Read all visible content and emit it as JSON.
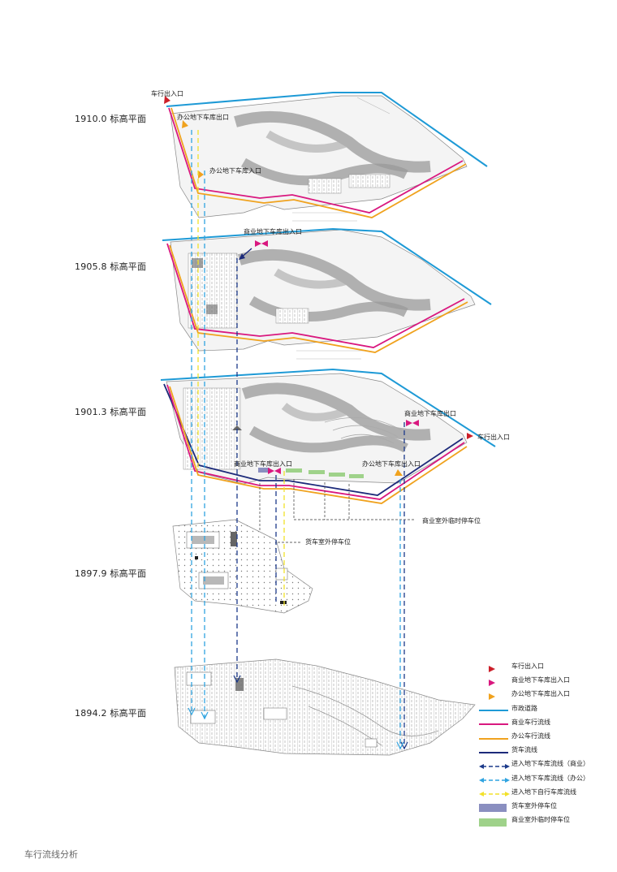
{
  "levels": [
    "1910.0 标高平面",
    "1905.8 标高平面",
    "1901.3 标高平面",
    "1897.9 标高平面",
    "1894.2 标高平面"
  ],
  "annotations": {
    "vehicle_entrance_top": "车行出入口",
    "office_garage_exit": "办公地下车库出口",
    "office_garage_entrance": "办公地下车库入口",
    "commercial_garage_entrance_1905": "商业地下车库出入口",
    "commercial_garage_entrance_1901_right": "商业地下车库出口",
    "vehicle_entrance_right": "车行出入口",
    "commercial_garage_entrance_1901_left": "商业地下车库出入口",
    "office_garage_entrance_1901": "办公地下车库出入口",
    "commercial_temp_parking": "商业室外临时停车位",
    "truck_outdoor_parking": "货车室外停车位"
  },
  "legend": [
    {
      "label": "车行出入口",
      "kind": "arrow",
      "color": "#cc1f2a"
    },
    {
      "label": "商业地下车库出入口",
      "kind": "arrow",
      "color": "#d9187f"
    },
    {
      "label": "办公地下车库出入口",
      "kind": "arrow",
      "color": "#f0a21e"
    },
    {
      "label": "市政道路",
      "kind": "line",
      "color": "#1e9ad6"
    },
    {
      "label": "商业车行流线",
      "kind": "line",
      "color": "#d9187f"
    },
    {
      "label": "办公车行流线",
      "kind": "line",
      "color": "#f0a21e"
    },
    {
      "label": "货车流线",
      "kind": "line",
      "color": "#1c2a7a"
    },
    {
      "label": "进入地下车库流线（商业）",
      "kind": "dash",
      "color": "#1c3a8a"
    },
    {
      "label": "进入地下车库流线（办公）",
      "kind": "dash",
      "color": "#2fa3e0"
    },
    {
      "label": "进入地下自行车库流线",
      "kind": "dash",
      "color": "#f2e12a"
    },
    {
      "label": "货车室外停车位",
      "kind": "swatch",
      "color": "#8a8fc0"
    },
    {
      "label": "商业室外临时停车位",
      "kind": "swatch",
      "color": "#9fd28a"
    }
  ],
  "caption": "车行流线分析",
  "colors": {
    "road": "#1e9ad6",
    "commercial": "#d9187f",
    "office": "#f0a21e",
    "truck": "#1c2a7a",
    "bike": "#f2e12a",
    "plan_gray": "#9a9a9a"
  }
}
